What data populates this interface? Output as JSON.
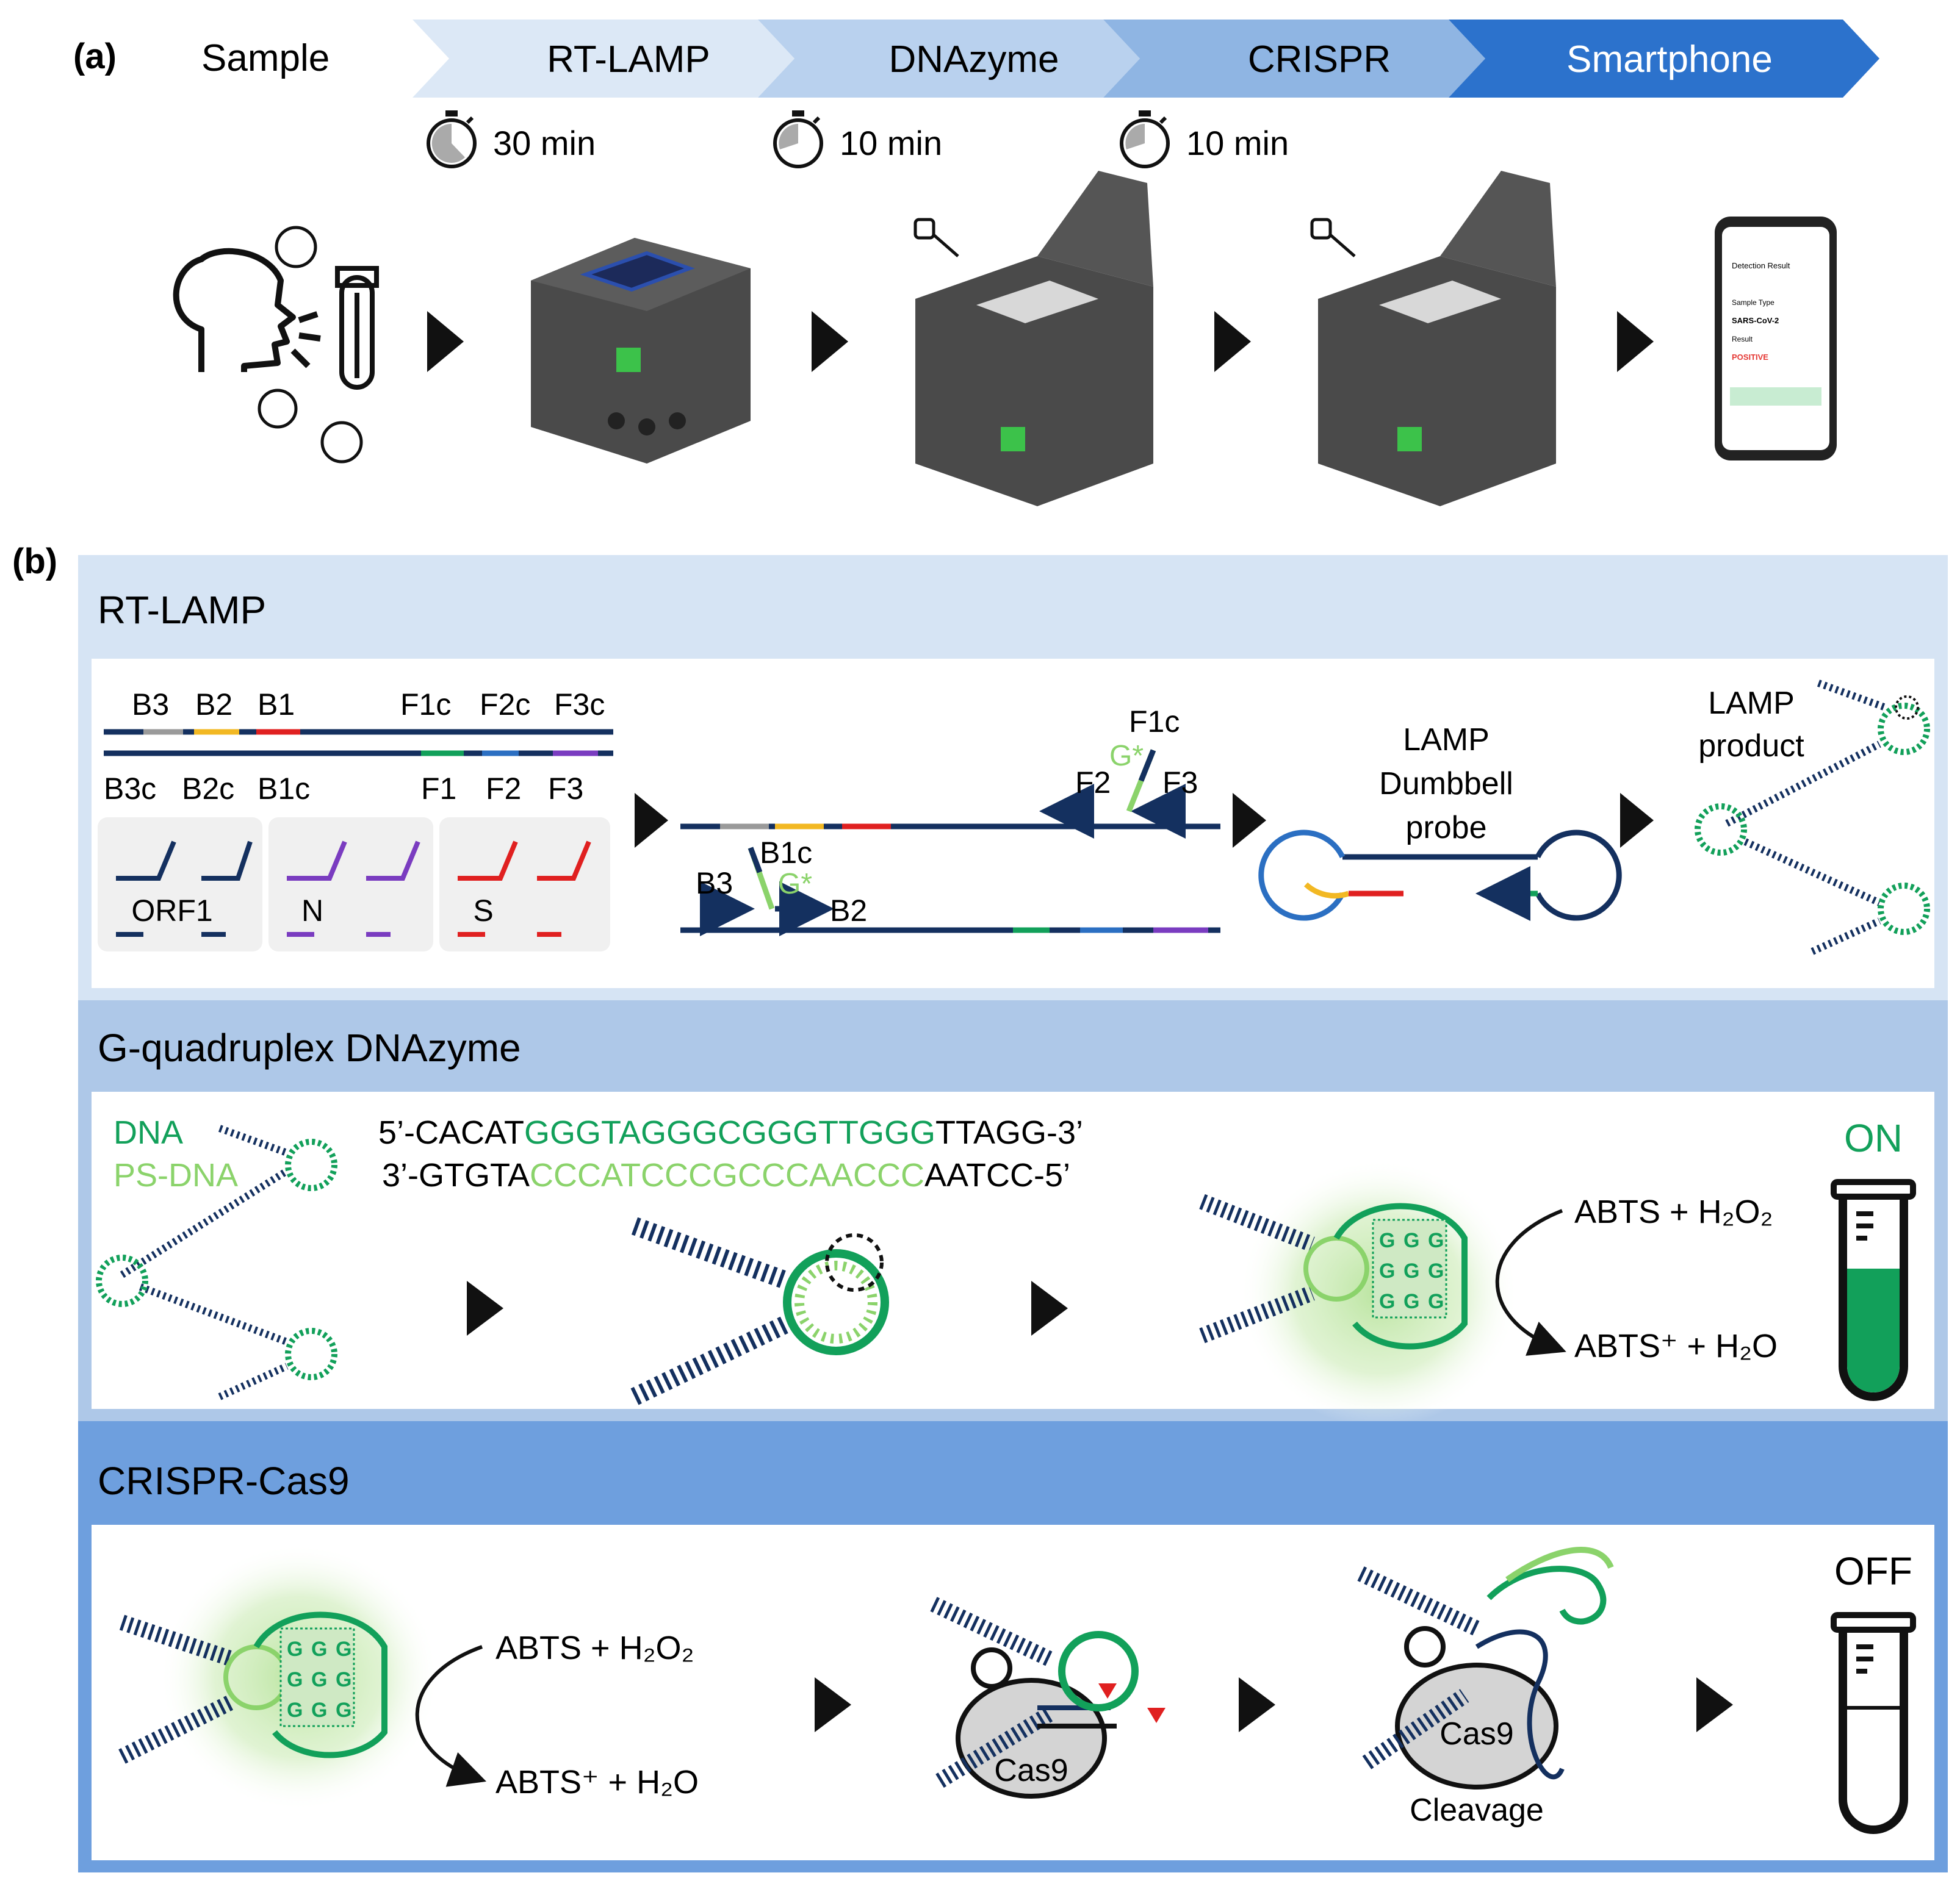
{
  "panel_a": {
    "label": "(a)",
    "sample": "Sample",
    "steps": [
      "RT-LAMP",
      "DNAzyme",
      "CRISPR",
      "Smartphone"
    ],
    "times": [
      "30 min",
      "10 min",
      "10 min"
    ],
    "phone_screen": {
      "header": "Detection Result",
      "lines": [
        "Sample Type",
        "SARS-CoV-2",
        "Result",
        "POSITIVE"
      ],
      "result_color": "#e53935"
    }
  },
  "panel_b": {
    "label": "(b)",
    "rt_lamp": {
      "title": "RT-LAMP",
      "top_labels": [
        "B3",
        "B2",
        "B1",
        "F1c",
        "F2c",
        "F3c"
      ],
      "bottom_labels": [
        "B3c",
        "B2c",
        "B1c",
        "F1",
        "F2",
        "F3"
      ],
      "primer_groups": [
        "ORF1",
        "N",
        "S"
      ],
      "mid_labels": {
        "f1c": "F1c",
        "f2": "F2",
        "f3": "F3",
        "g_star_top": "G*",
        "b1c": "B1c",
        "b3": "B3",
        "b2": "B2",
        "g_star_bottom": "G*"
      },
      "dumbbell_label": [
        "LAMP",
        "Dumbbell",
        "probe"
      ],
      "product_label": [
        "LAMP",
        "product"
      ]
    },
    "dnazyme": {
      "title": "G-quadruplex DNAzyme",
      "legend": [
        "DNA",
        "PS-DNA"
      ],
      "seq_top": {
        "prefix": "5’-CACAT",
        "core": "GGGTAGGGCGGGTTGGG",
        "suffix": "TTAGG-3’"
      },
      "seq_bottom": {
        "prefix": "3’-GTGTA",
        "core": "CCCATCCCGCCCAACCC",
        "suffix": "AATCC-5’"
      },
      "reaction_in": "ABTS + H₂O₂",
      "reaction_out": "ABTS⁺ + H₂O",
      "state": "ON"
    },
    "crispr": {
      "title": "CRISPR-Cas9",
      "reaction_in": "ABTS + H₂O₂",
      "reaction_out": "ABTS⁺ + H₂O",
      "cas9": "Cas9",
      "cleavage": "Cleavage",
      "state": "OFF"
    }
  },
  "colors": {
    "navy": "#14305f",
    "dna_green": "#12a05a",
    "ps_green": "#8bd36b",
    "band_light": "#d6e4f4",
    "band_mid": "#aec8e8",
    "band_dark": "#3f7fd0",
    "red": "#e02020",
    "purple": "#7a3cc0",
    "yellow": "#f2b823",
    "gray": "#9a9a9a",
    "blue": "#2b6fc2"
  }
}
